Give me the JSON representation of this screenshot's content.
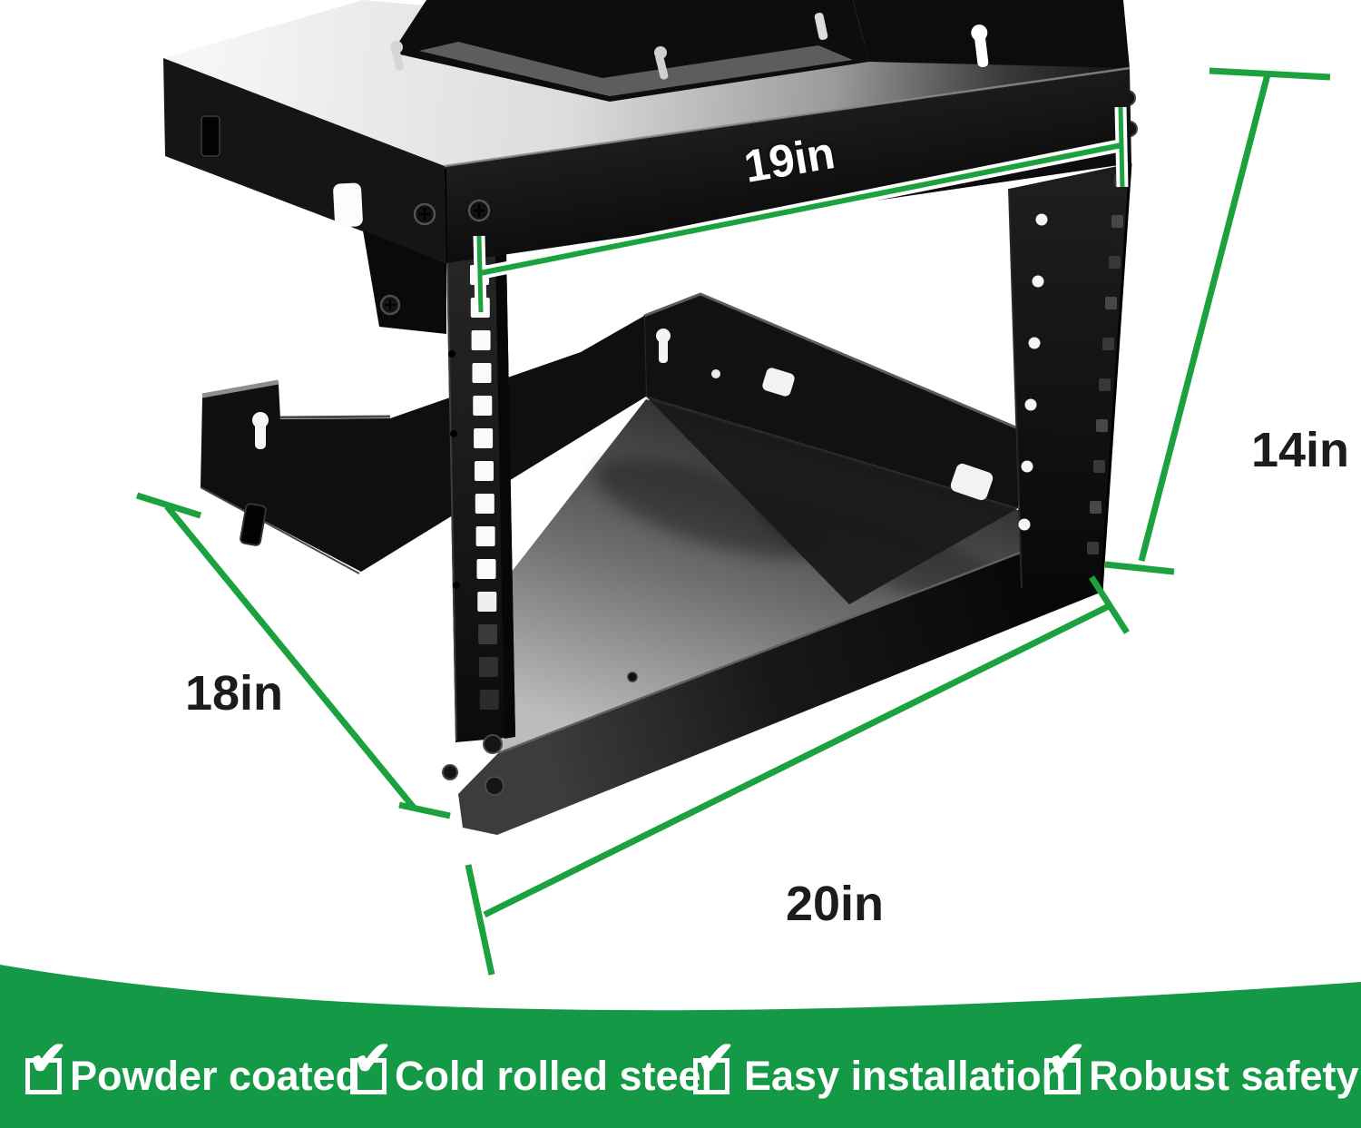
{
  "image_type": "product-dimension-diagram",
  "product": {
    "name": "wall-mount-open-frame-rack",
    "frame_color": "#0d0d0d"
  },
  "dimensions": {
    "rack_width": {
      "label": "19in"
    },
    "height": {
      "label": "14in"
    },
    "depth": {
      "label": "18in"
    },
    "bottom_width": {
      "label": "20in"
    }
  },
  "features": {
    "items": [
      {
        "icon": "checkbox-check-icon",
        "label": "Powder coated"
      },
      {
        "icon": "checkbox-check-icon",
        "label": "Cold rolled steel"
      },
      {
        "icon": "checkbox-check-icon",
        "label": "Easy installation"
      },
      {
        "icon": "checkbox-check-icon",
        "label": "Robust safety"
      }
    ]
  },
  "colors": {
    "dimension_line_green": "#1ba23e",
    "banner_green": "#149a46",
    "label_text": "#1c1c1c",
    "rack_black": "#0d0d0d"
  }
}
